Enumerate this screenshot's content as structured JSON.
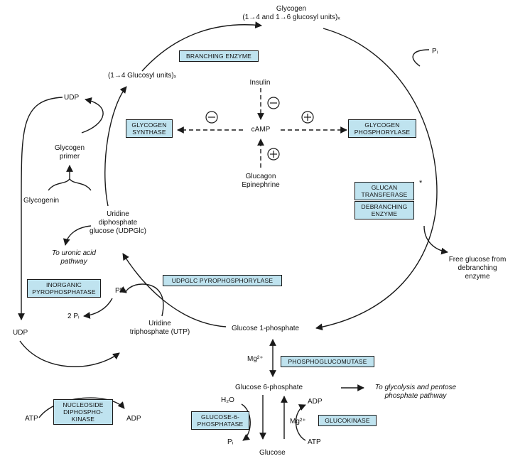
{
  "metabolites": {
    "glycogen": {
      "line1": "Glycogen",
      "line2": "(1→4 and 1→6 glucosyl units)ₓ"
    },
    "glucosyl_units": "(1→4 Glucosyl units)ₓ",
    "udp_top": "UDP",
    "glycogen_primer": {
      "line1": "Glycogen",
      "line2": "primer"
    },
    "glycogenin": "Glycogenin",
    "udpglc": {
      "line1": "Uridine",
      "line2": "diphosphate",
      "line3": "glucose (UDPGlc)"
    },
    "uronic": {
      "line1": "To uronic acid",
      "line2": "pathway"
    },
    "ppi": "PPᵢ",
    "two_pi": "2 Pᵢ",
    "utp": {
      "line1": "Uridine",
      "line2": "triphosphate (UTP)"
    },
    "udp_left": "UDP",
    "atp_left": "ATP",
    "adp_left": "ADP",
    "glucose_1p": "Glucose 1-phosphate",
    "mg_top": "Mg²⁺",
    "glucose_6p": "Glucose 6-phosphate",
    "glycolysis": {
      "line1": "To glycolysis and pentose",
      "line2": "phosphate pathway"
    },
    "h2o": "H₂O",
    "pi_bottom": "Pᵢ",
    "adp_right": "ADP",
    "mg_bottom": "Mg²⁺",
    "atp_right": "ATP",
    "glucose": "Glucose",
    "pi_top": "Pᵢ",
    "free_glucose": {
      "line1": "Free glucose from",
      "line2": "debranching",
      "line3": "enzyme"
    },
    "insulin": "Insulin",
    "camp": "cAMP",
    "glucagon": {
      "line1": "Glucagon",
      "line2": "Epinephrine"
    },
    "asterisk": "*"
  },
  "enzymes": {
    "branching": "Branching enzyme",
    "glycogen_synthase": {
      "line1": "Glycogen",
      "line2": "synthase"
    },
    "glycogen_phosphorylase": {
      "line1": "Glycogen",
      "line2": "phosphorylase"
    },
    "glucan_transferase": {
      "line1": "Glucan",
      "line2": "transferase"
    },
    "debranching": {
      "line1": "Debranching",
      "line2": "enzyme"
    },
    "udpglc_pyrophosphorylase": "UDPGlc pyrophosphorylase",
    "inorganic_pyrophosphatase": {
      "line1": "Inorganic",
      "line2": "pyrophosphatase"
    },
    "phosphoglucomutase": "Phosphoglucomutase",
    "nucleoside_diphosphokinase": {
      "line1": "Nucleoside",
      "line2": "diphospho-",
      "line3": "kinase"
    },
    "glucose_6_phosphatase": {
      "line1": "Glucose-6-",
      "line2": "phosphatase"
    },
    "glucokinase": "Glucokinase"
  },
  "colors": {
    "enzyme_fill": "#bfe3ef",
    "line": "#1a1a1a"
  }
}
